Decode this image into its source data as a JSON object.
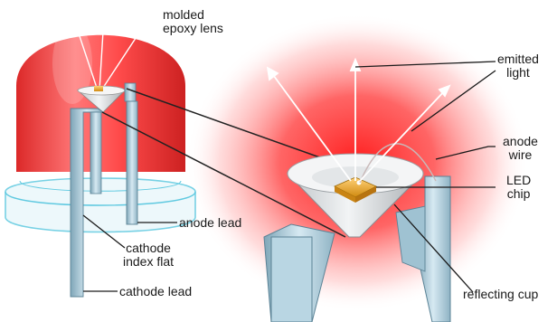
{
  "labels": {
    "lens": [
      "molded",
      "epoxy lens"
    ],
    "emitted": [
      "emitted",
      "light"
    ],
    "anode_wire": [
      "anode",
      "wire"
    ],
    "led_chip": [
      "LED",
      "chip"
    ],
    "anode_lead": "anode lead",
    "cathode_flat": [
      "cathode",
      "index flat"
    ],
    "cathode_lead": "cathode lead",
    "reflecting_cup": "reflecting cup"
  },
  "colors": {
    "glow": "#ff3b3b",
    "lead": "#a9c9d8",
    "lead_edge": "#5b8396",
    "chip": "#e7a21f",
    "leader": "#1a1a1a"
  }
}
